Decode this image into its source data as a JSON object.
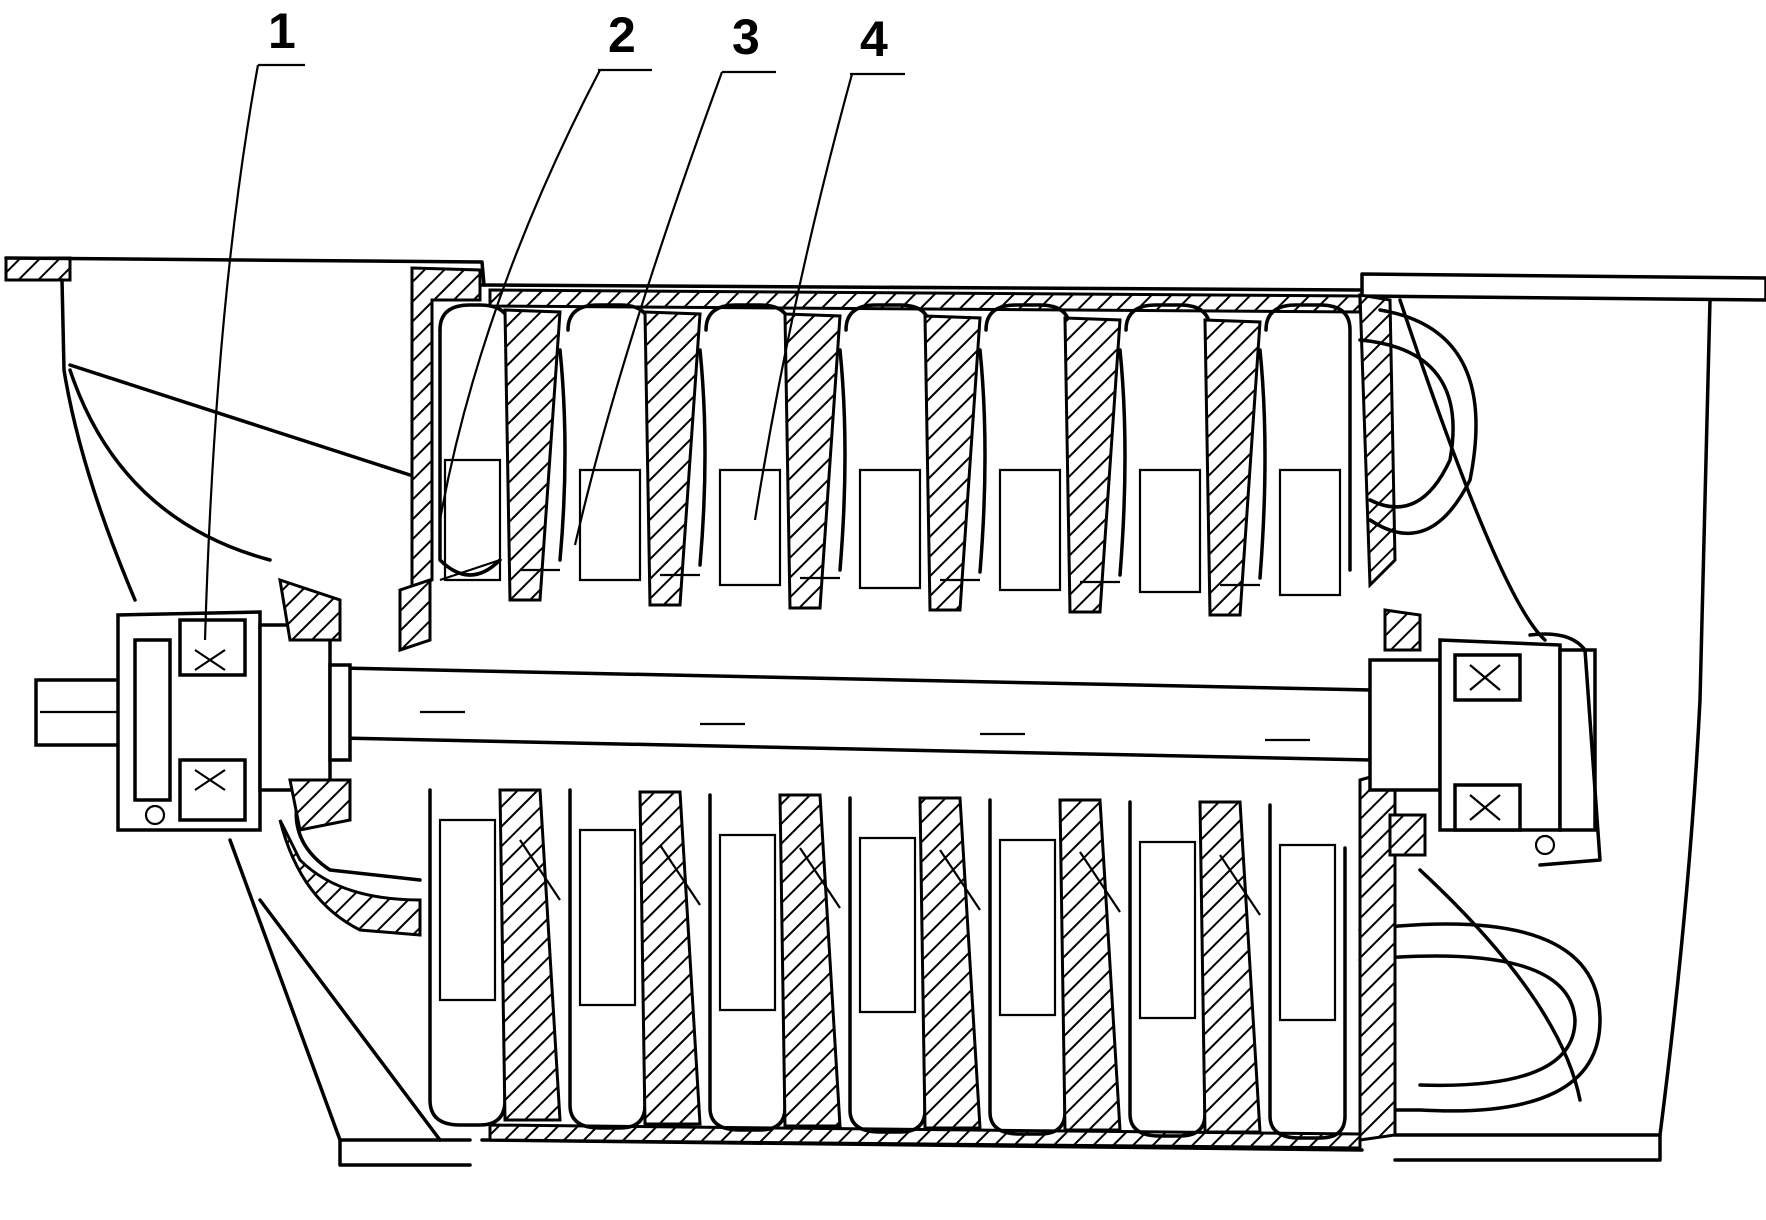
{
  "labels": [
    {
      "id": "part-1",
      "text": "1"
    },
    {
      "id": "part-2",
      "text": "2"
    },
    {
      "id": "part-3",
      "text": "3"
    },
    {
      "id": "part-4",
      "text": "4"
    }
  ]
}
